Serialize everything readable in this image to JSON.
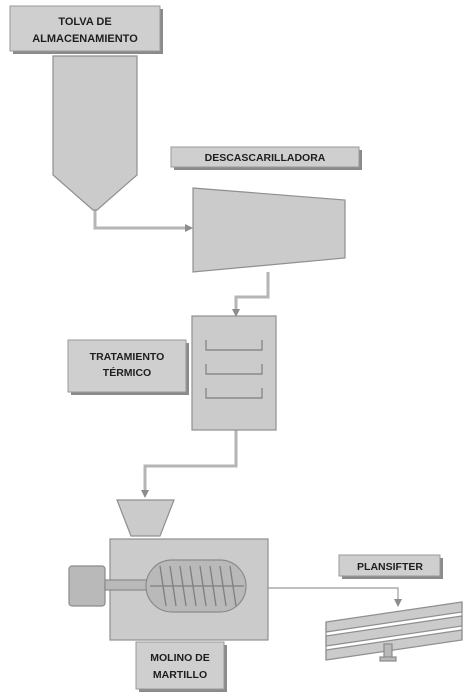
{
  "labels": {
    "tolva_line1": "TOLVA DE",
    "tolva_line2": "ALMACENAMIENTO",
    "descascarilladora": "DESCASCARILLADORA",
    "tratamiento_line1": "TRATAMIENTO",
    "tratamiento_line2": "TÉRMICO",
    "molino_line1": "MOLINO DE",
    "molino_line2": "MARTILLO",
    "plansifter": "PLANSIFTER"
  },
  "colors": {
    "equipment_fill": "#cbcbcb",
    "label_fill": "#cfcfcf",
    "pipe": "#b5b5b5"
  }
}
